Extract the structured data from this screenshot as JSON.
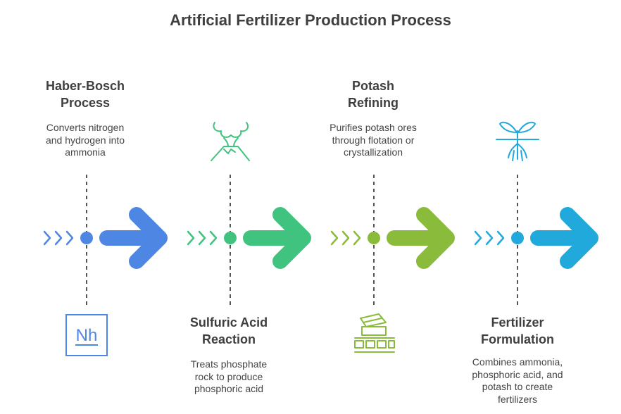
{
  "title": "Artificial Fertilizer Production Process",
  "colors": {
    "blue": "#4e86e4",
    "green": "#3fc37f",
    "olive": "#8bbb3a",
    "cyan": "#21a9db",
    "connector": "#555555"
  },
  "steps": [
    {
      "title_lines": [
        "Haber-Bosch",
        "Process"
      ],
      "desc_lines": [
        "Converts nitrogen",
        "and hydrogen into",
        "ammonia"
      ],
      "icon": "ammonia-nh-icon"
    },
    {
      "title_lines": [
        "Sulfuric Acid",
        "Reaction"
      ],
      "desc_lines": [
        "Treats phosphate",
        "rock to produce",
        "phosphoric acid"
      ],
      "icon": "volcano-icon"
    },
    {
      "title_lines": [
        "Potash",
        "Refining"
      ],
      "desc_lines": [
        "Purifies potash ores",
        "through flotation or",
        "crystallization"
      ],
      "icon": "mining-machine-icon"
    },
    {
      "title_lines": [
        "Fertilizer",
        "Formulation"
      ],
      "desc_lines": [
        "Combines ammonia,",
        "phosphoric acid, and",
        "potash to create",
        "fertilizers"
      ],
      "icon": "plant-roots-icon"
    }
  ],
  "icon_text": {
    "nh": "Nh"
  }
}
